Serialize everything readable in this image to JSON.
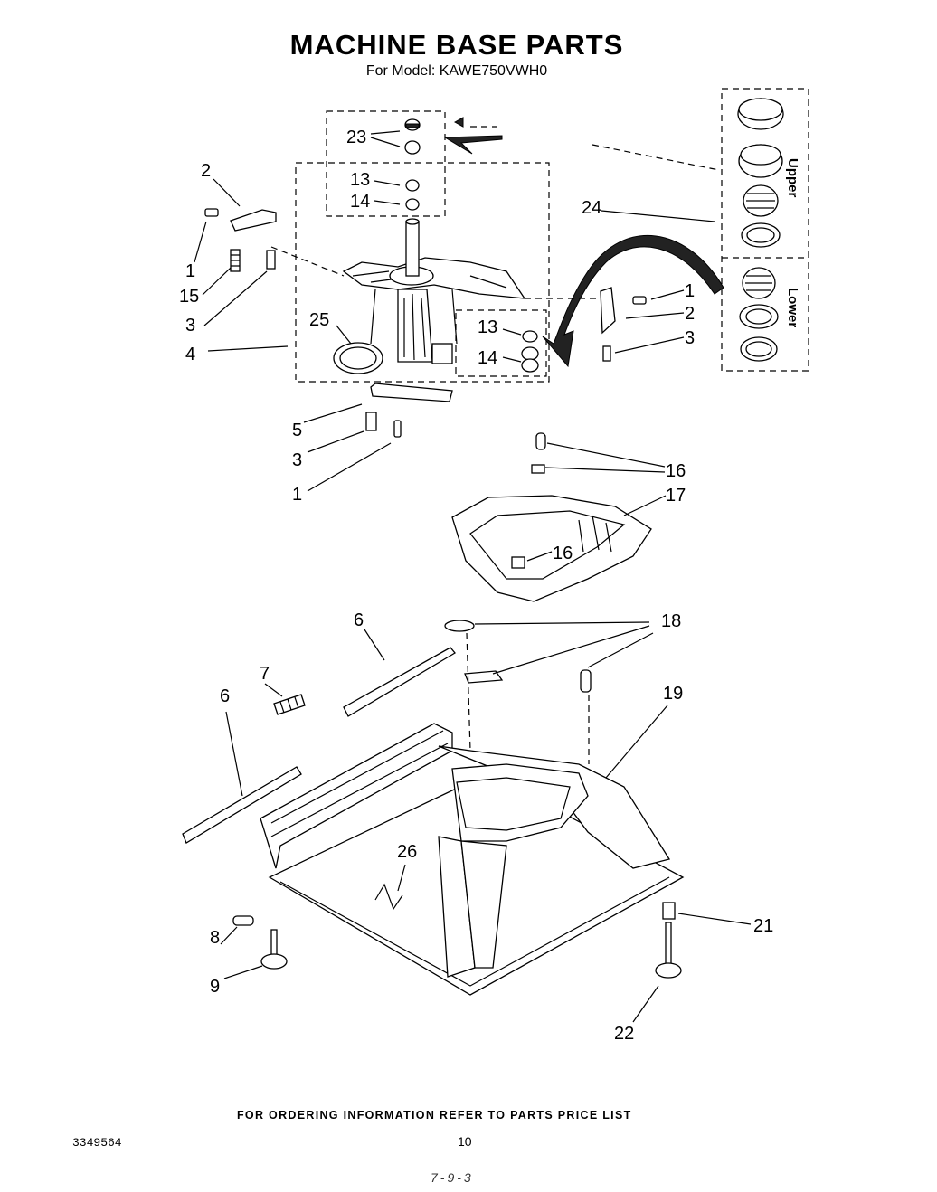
{
  "header": {
    "title": "MACHINE BASE PARTS",
    "subtitle": "For Model: KAWE750VWH0"
  },
  "diagram": {
    "callouts": [
      "23",
      "13",
      "14",
      "2",
      "1",
      "15",
      "3",
      "4",
      "25",
      "13",
      "14",
      "5",
      "3",
      "1",
      "24",
      "1",
      "2",
      "3",
      "16",
      "17",
      "16",
      "6",
      "7",
      "6",
      "18",
      "19",
      "26",
      "8",
      "9",
      "21",
      "22"
    ],
    "kit_labels": {
      "upper": "Upper",
      "lower": "Lower"
    }
  },
  "footer": {
    "note": "FOR ORDERING INFORMATION REFER TO PARTS PRICE LIST",
    "doc_number": "3349564",
    "page_number": "10",
    "date_stamp": "7-9-3"
  }
}
